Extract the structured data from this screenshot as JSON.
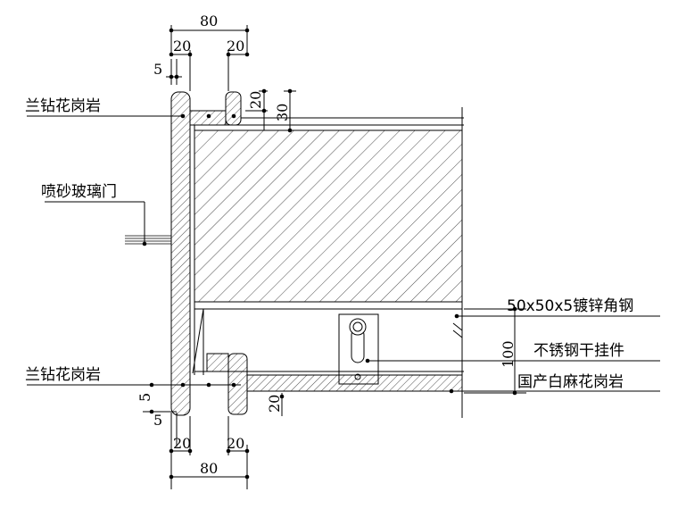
{
  "labels": {
    "granite_top": "兰钻花岗岩",
    "glass_door": "喷砂玻璃门",
    "granite_bottom": "兰钻花岗岩",
    "angle_steel": "50x50x5镀锌角钢",
    "stainless_hanger": "不锈钢干挂件",
    "domestic_granite": "国产白麻花岗岩"
  },
  "dimensions": {
    "top_total": "80",
    "top_left": "20",
    "top_right": "20",
    "top_five": "5",
    "vert_20": "20",
    "vert_30": "30",
    "right_100": "100",
    "bottom_five_a": "5",
    "bottom_five_b": "5",
    "bottom_20_vert": "20",
    "bottom_left": "20",
    "bottom_right": "20",
    "bottom_total": "80"
  }
}
